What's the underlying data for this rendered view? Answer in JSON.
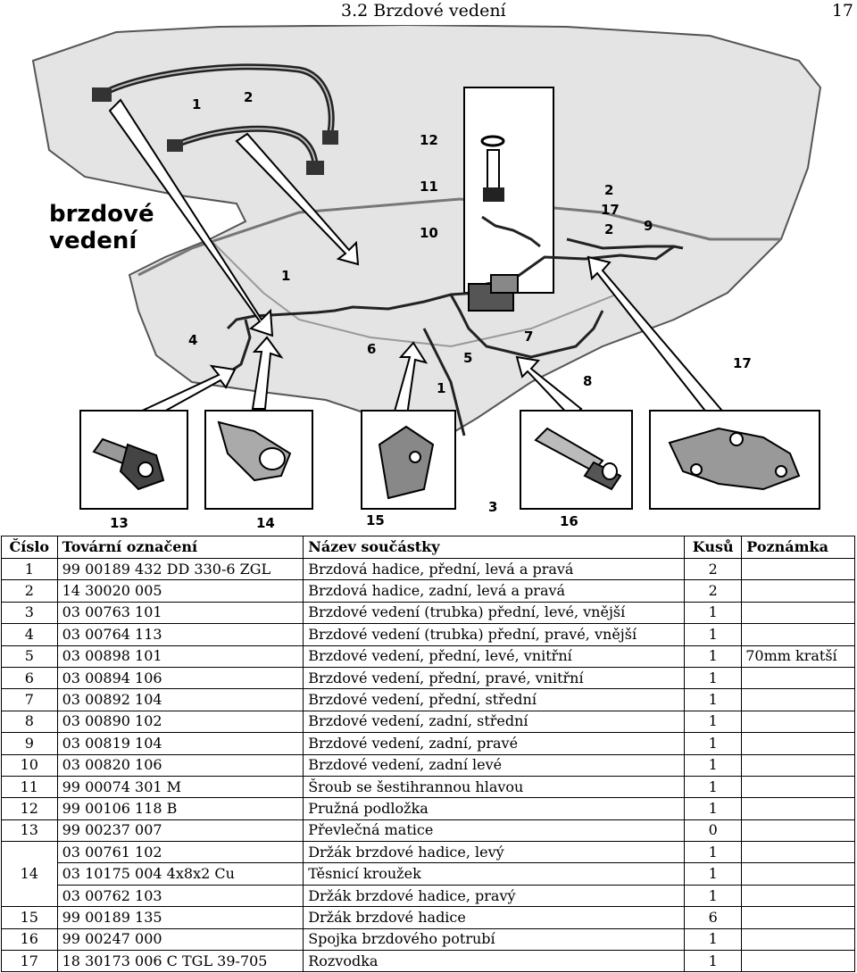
{
  "header": {
    "section": "3.2    Brzdové vedení",
    "page": "17"
  },
  "figure": {
    "caption_line1": "brzdové",
    "caption_line2": "vedení",
    "callouts": [
      "1",
      "2",
      "12",
      "11",
      "10",
      "2",
      "17",
      "2",
      "9",
      "1",
      "4",
      "6",
      "7",
      "5",
      "1",
      "8",
      "17",
      "3",
      "13",
      "14",
      "15",
      "16"
    ]
  },
  "table": {
    "headers": [
      "Číslo",
      "Tovární označení",
      "Název součástky",
      "Kusů",
      "Poznámka"
    ],
    "rows": [
      {
        "num": "1",
        "code": "99 00189 432 DD 330-6 ZGL",
        "name": "Brzdová hadice, přední, levá a pravá",
        "qty": "2",
        "note": ""
      },
      {
        "num": "2",
        "code": "14 30020 005",
        "name": "Brzdová hadice, zadní, levá a pravá",
        "qty": "2",
        "note": ""
      },
      {
        "num": "3",
        "code": "03 00763 101",
        "name": "Brzdové vedení (trubka) přední, levé, vnější",
        "qty": "1",
        "note": ""
      },
      {
        "num": "4",
        "code": "03 00764 113",
        "name": "Brzdové vedení (trubka) přední, pravé, vnější",
        "qty": "1",
        "note": ""
      },
      {
        "num": "5",
        "code": "03 00898 101",
        "name": "Brzdové vedení, přední, levé, vnitřní",
        "qty": "1",
        "note": "70mm kratší"
      },
      {
        "num": "6",
        "code": "03 00894 106",
        "name": "Brzdové vedení, přední, pravé, vnitřní",
        "qty": "1",
        "note": ""
      },
      {
        "num": "7",
        "code": "03 00892 104",
        "name": "Brzdové vedení, přední, střední",
        "qty": "1",
        "note": ""
      },
      {
        "num": "8",
        "code": "03 00890 102",
        "name": "Brzdové vedení, zadní, střední",
        "qty": "1",
        "note": ""
      },
      {
        "num": "9",
        "code": "03 00819 104",
        "name": "Brzdové vedení, zadní, pravé",
        "qty": "1",
        "note": ""
      },
      {
        "num": "10",
        "code": "03 00820 106",
        "name": "Brzdové vedení, zadní levé",
        "qty": "1",
        "note": ""
      },
      {
        "num": "11",
        "code": "99 00074 301 M",
        "name": "Šroub se šestihrannou hlavou",
        "qty": "1",
        "note": ""
      },
      {
        "num": "12",
        "code": "99 00106 118 B",
        "name": "Pružná podložka",
        "qty": "1",
        "note": ""
      },
      {
        "num": "13",
        "code": "99 00237 007",
        "name": "Převlečná matice",
        "qty": "0",
        "note": ""
      },
      {
        "num": "14",
        "code": "03 00761 102",
        "name": "Držák brzdové hadice, levý",
        "qty": "1",
        "note": ""
      },
      {
        "num": "",
        "code": "03 10175 004 4x8x2 Cu",
        "name": "Těsnicí kroužek",
        "qty": "1",
        "note": ""
      },
      {
        "num": "",
        "code": "03 00762 103",
        "name": "Držák brzdové hadice, pravý",
        "qty": "1",
        "note": ""
      },
      {
        "num": "15",
        "code": "99 00189 135",
        "name": "Držák brzdové hadice",
        "qty": "6",
        "note": ""
      },
      {
        "num": "16",
        "code": "99 00247 000",
        "name": "Spojka brzdového potrubí",
        "qty": "1",
        "note": ""
      },
      {
        "num": "17",
        "code": "18 30173 006 C TGL 39-705",
        "name": "Rozvodka",
        "qty": "1",
        "note": ""
      }
    ]
  }
}
